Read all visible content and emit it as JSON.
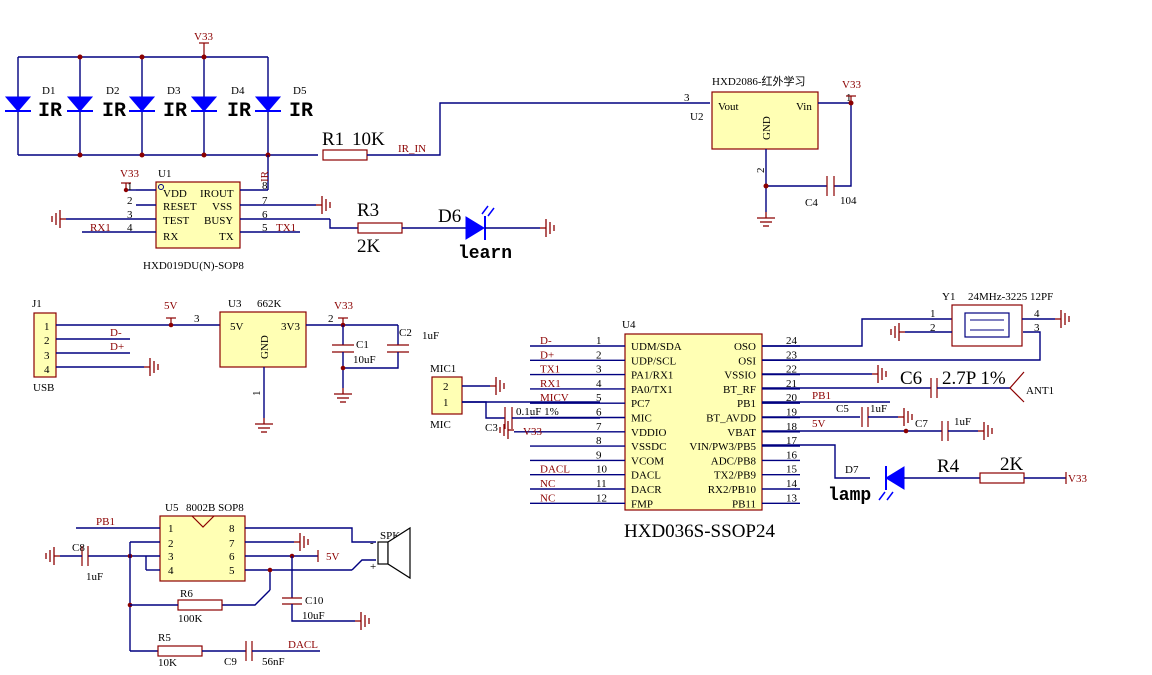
{
  "leds": {
    "labels": [
      "D1",
      "D2",
      "D3",
      "D4",
      "D5"
    ],
    "ir_text": "IR",
    "supply": "V33"
  },
  "r1": {
    "name": "R1",
    "value": "10K",
    "net": "IR_IN"
  },
  "u1": {
    "ref": "U1",
    "supply": "V33",
    "pins_left": [
      "VDD",
      "RESET",
      "TEST",
      "RX"
    ],
    "pins_right": [
      "IROUT",
      "VSS",
      "BUSY",
      "TX"
    ],
    "nums_left": [
      "1",
      "2",
      "3",
      "4"
    ],
    "nums_right": [
      "8",
      "7",
      "6",
      "5"
    ],
    "part": "HXD019DU(N)-SOP8",
    "net_rx": "RX1",
    "net_tx": "TX1",
    "net_ir": "IR"
  },
  "r3": {
    "name": "R3",
    "value": "2K"
  },
  "d6": {
    "name": "D6",
    "label": "learn"
  },
  "u2": {
    "title": "HXD2086-红外学习",
    "ref": "U2",
    "vout": "Vout",
    "vin": "Vin",
    "gnd": "GND",
    "pin_vout": "3",
    "pin_vin": "1",
    "pin_gnd": "2",
    "supply": "V33",
    "cap_ref": "C4",
    "cap_value": "104"
  },
  "j1": {
    "ref": "J1",
    "type": "USB",
    "pins": [
      "1",
      "2",
      "3",
      "4"
    ],
    "net_dm": "D-",
    "net_dp": "D+"
  },
  "u3": {
    "ref": "U3",
    "part": "662K",
    "in": "5V",
    "out": "3V3",
    "gnd": "GND",
    "pin_in": "3",
    "pin_out": "2",
    "pin_gnd": "1",
    "net_in": "5V",
    "net_out": "V33",
    "c1_ref": "C1",
    "c1_value": "10uF",
    "c2_ref": "C2",
    "c2_value": "1uF"
  },
  "mic": {
    "ref": "MIC1",
    "ref2": "MIC",
    "pins": [
      "2",
      "1"
    ],
    "c3_ref": "C3",
    "c3_value": "0.1uF 1%"
  },
  "u4": {
    "ref": "U4",
    "part": "HXD036S-SSOP24",
    "pins_left": [
      "UDM/SDA",
      "UDP/SCL",
      "PA1/RX1",
      "PA0/TX1",
      "PC7",
      "MIC",
      "VDDIO",
      "VSSDC",
      "VCOM",
      "DACL",
      "DACR",
      "FMP"
    ],
    "pins_right": [
      "OSO",
      "OSI",
      "VSSIO",
      "BT_RF",
      "PB1",
      "BT_AVDD",
      "VBAT",
      "VIN/PW3/PB5",
      "ADC/PB8",
      "TX2/PB9",
      "RX2/PB10",
      "PB11"
    ],
    "nums_left": [
      "1",
      "2",
      "3",
      "4",
      "5",
      "6",
      "7",
      "8",
      "9",
      "10",
      "11",
      "12"
    ],
    "nums_right": [
      "24",
      "23",
      "22",
      "21",
      "20",
      "19",
      "18",
      "17",
      "16",
      "15",
      "14",
      "13"
    ],
    "nets_left": [
      "D-",
      "D+",
      "TX1",
      "RX1",
      "MICV",
      "",
      "V33",
      "",
      "",
      "DACL",
      "NC",
      "NC"
    ],
    "net_pb1": "PB1",
    "net_5v": "5V",
    "c5_ref": "C5",
    "c5_value": "1uF",
    "c7_ref": "C7",
    "c7_value": "1uF"
  },
  "y1": {
    "ref": "Y1",
    "spec": "24MHz-3225 12PF",
    "pins": [
      "1",
      "2",
      "4",
      "3"
    ]
  },
  "c6": {
    "ref": "C6",
    "value": "2.7P 1%",
    "ant": "ANT1"
  },
  "d7": {
    "ref": "D7",
    "label": "lamp"
  },
  "r4": {
    "name": "R4",
    "value": "2K",
    "net": "V33"
  },
  "u5": {
    "ref": "U5",
    "part": "8002B SOP8",
    "nums_left": [
      "1",
      "2",
      "3",
      "4"
    ],
    "nums_right": [
      "8",
      "7",
      "6",
      "5"
    ],
    "net_pb1": "PB1",
    "net_5v": "5V",
    "c8_ref": "C8",
    "c8_value": "1uF",
    "spk": "SPK1",
    "spk_minus": "-",
    "spk_plus": "+",
    "c10_ref": "C10",
    "c10_value": "10uF",
    "r6_ref": "R6",
    "r6_value": "100K",
    "r5_ref": "R5",
    "r5_value": "10K",
    "c9_ref": "C9",
    "c9_value": "56nF",
    "net_dacl": "DACL"
  }
}
